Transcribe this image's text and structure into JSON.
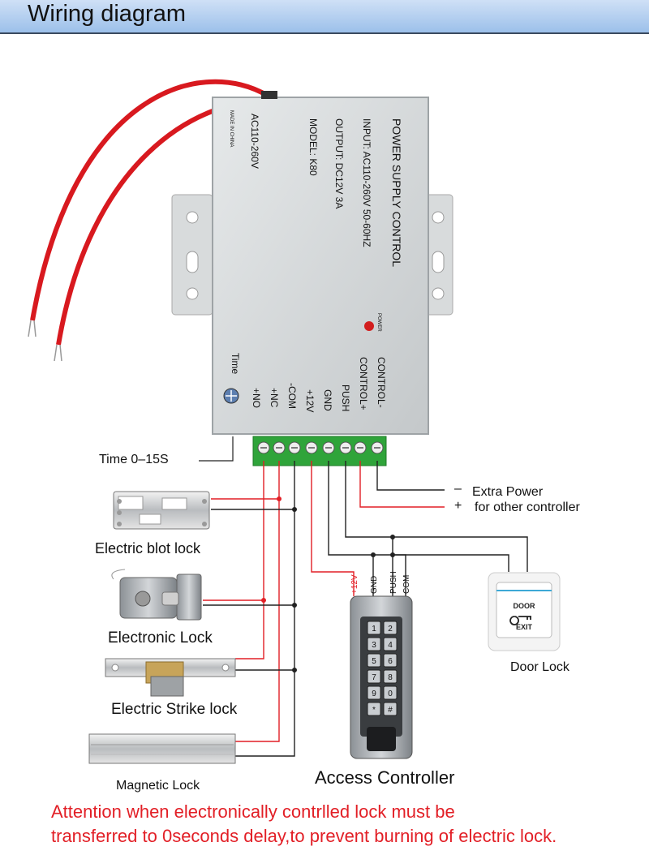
{
  "header": {
    "title": "Wiring diagram"
  },
  "power_supply": {
    "title": "POWER SUPPLY CONTROL",
    "input": "INPUT: AC110-260V 50-60HZ",
    "output": "OUTPUT: DC12V 3A",
    "model": "MODEL: K80",
    "ac_label": "AC110-260V",
    "made_in": "MADE IN CHINA",
    "power_led": "POWER",
    "time_label": "Time",
    "terminals": [
      "CONTROL-",
      "CONTROL+",
      "PUSH",
      "GND",
      "+12V",
      "-COM",
      "+NC",
      "+NO"
    ]
  },
  "labels": {
    "time_range": "Time    0–15S",
    "extra_power_minus_sign": "–",
    "extra_power": "Extra Power",
    "extra_power_plus_sign": "+",
    "for_other_controller": "for other controller",
    "electric_bolt_lock": "Electric blot lock",
    "electronic_lock": "Electronic Lock",
    "electric_strike_lock": "Electric Strike lock",
    "magnetic_lock": "Magnetic Lock",
    "access_controller": "Access Controller",
    "door_lock": "Door Lock",
    "door_text": "DOOR",
    "exit_text": "EXIT",
    "wire_12v": "+12V",
    "wire_gnd": "GND",
    "wire_push": "PUSH",
    "wire_com": "COM"
  },
  "keypad": [
    "1",
    "2",
    "3",
    "4",
    "5",
    "6",
    "7",
    "8",
    "9",
    "0",
    "*",
    "#"
  ],
  "attention": {
    "line1": "Attention when electronically contrlled lock must be",
    "line2": "transferred to 0seconds delay,to prevent burning of electric lock."
  },
  "colors": {
    "red_wire": "#e21f26",
    "black_wire": "#222222",
    "terminal_green": "#2fa43a",
    "attention": "#e21f26"
  }
}
